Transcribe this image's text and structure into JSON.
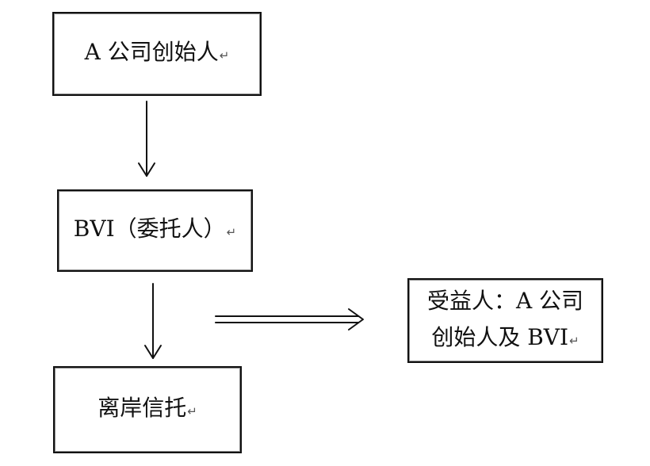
{
  "nodes": {
    "founder": {
      "label": "A 公司创始人",
      "mark": "↵"
    },
    "bvi": {
      "label": "BVI（委托人）",
      "mark": "↵"
    },
    "trust": {
      "label": "离岸信托",
      "mark": "↵"
    },
    "beneficiary": {
      "line1": "受益人：A 公司",
      "line2": "创始人及 BVI",
      "mark": "↵"
    }
  }
}
